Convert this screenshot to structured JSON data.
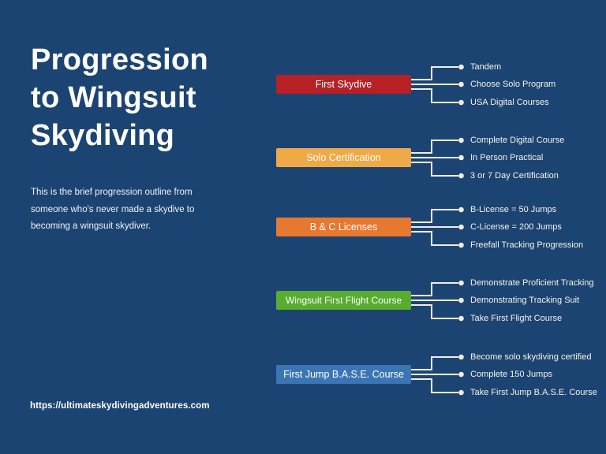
{
  "theme": {
    "background": "#1C4472",
    "line_color": "#F2EDE3",
    "title_color": "#FFFFFF"
  },
  "header": {
    "title_lines": [
      "Progression",
      "to Wingsuit",
      "Skydiving"
    ],
    "description_lines": [
      "This is the brief progression outline from",
      "someone who's never made a skydive to",
      "becoming a wingsuit skydiver."
    ],
    "website_url": "https://ultimateskydivingadventures.com"
  },
  "stages": [
    {
      "label": "First Skydive",
      "color": "#B72025",
      "items": [
        "Tandem",
        "Choose Solo Program",
        "USA Digital Courses"
      ]
    },
    {
      "label": "Solo Certification",
      "color": "#EFA947",
      "items": [
        "Complete Digital Course",
        "In Person Practical",
        "3 or 7 Day Certification"
      ]
    },
    {
      "label": "B & C Licenses",
      "color": "#E6792F",
      "items": [
        "B-License = 50 Jumps",
        "C-License = 200 Jumps",
        "Freefall Tracking Progression"
      ]
    },
    {
      "label": "Wingsuit First Flight Course",
      "color": "#58AC30",
      "items": [
        "Demonstrate Proficient Tracking",
        "Demonstrating Tracking Suit",
        "Take First Flight Course"
      ]
    },
    {
      "label": "First Jump B.A.S.E. Course",
      "color": "#3C75B4",
      "items": [
        "Become solo skydiving certified",
        "Complete 150 Jumps",
        "Take First Jump B.A.S.E. Course"
      ]
    }
  ]
}
